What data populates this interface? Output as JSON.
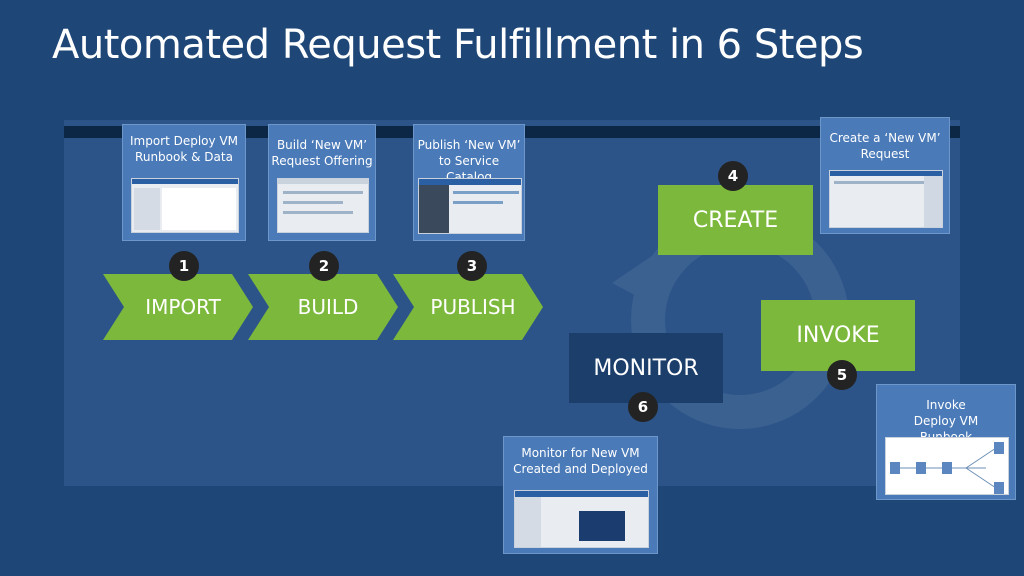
{
  "title": "Automated Request Fulfillment in 6 Steps",
  "cards": {
    "import": "Import Deploy VM Runbook & Data",
    "build": "Build ‘New VM’ Request Offering",
    "publish": "Publish ‘New VM’ to Service Catalog",
    "create": "Create  a  ‘New VM’ Request",
    "invoke": "Invoke Deploy VM Runbook",
    "monitor": "Monitor for New VM Created and Deployed"
  },
  "steps": {
    "import": {
      "number": "1",
      "label": "IMPORT"
    },
    "build": {
      "number": "2",
      "label": "BUILD"
    },
    "publish": {
      "number": "3",
      "label": "PUBLISH"
    },
    "create": {
      "number": "4",
      "label": "CREATE"
    },
    "invoke": {
      "number": "5",
      "label": "INVOKE"
    },
    "monitor": {
      "number": "6",
      "label": "MONITOR"
    }
  },
  "colors": {
    "background": "#1e4677",
    "green": "#7cb83b",
    "card": "#4a7ab8",
    "monitor": "#1c3e6b"
  }
}
